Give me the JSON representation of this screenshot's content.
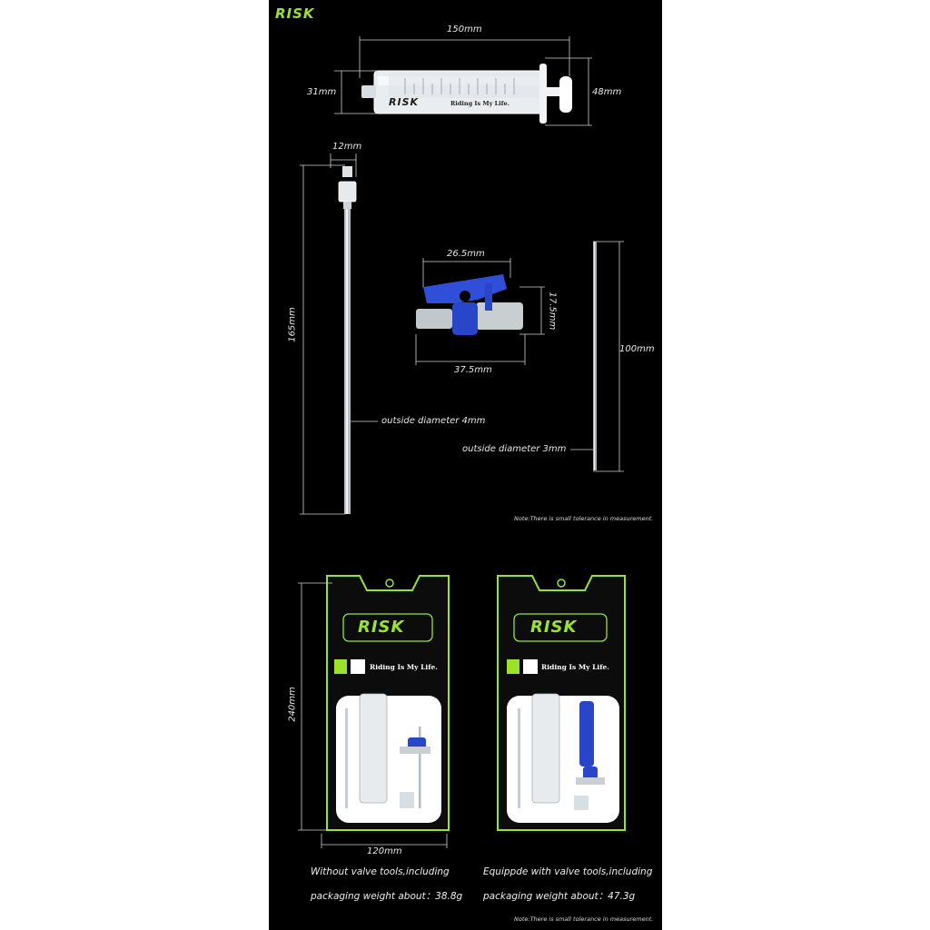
{
  "brand": {
    "logo_text": "RISK",
    "slogan": "Riding Is My Life.",
    "accent_color": "#9be22d"
  },
  "dimensions": {
    "syringe_length": "150mm",
    "syringe_diameter": "31mm",
    "syringe_flange": "48mm",
    "needle_top": "12mm",
    "needle_length": "165mm",
    "needle_outer": "outside diameter 4mm",
    "valve_width": "26.5mm",
    "valve_height": "17.5mm",
    "valve_length": "37.5mm",
    "tube_length": "100mm",
    "tube_outer": "outside diameter 3mm",
    "package_height": "240mm",
    "package_width": "120mm"
  },
  "notes": {
    "tolerance_top": "Note:There is small tolerance in measurement.",
    "tolerance_bottom": "Note:There is small tolerance in measurement."
  },
  "packages": {
    "left": {
      "line1": "Without valve tools,including",
      "line2": "packaging weight about：38.8g"
    },
    "right": {
      "line1": "Equippde with valve tools,including",
      "line2": "packaging weight about：47.3g"
    }
  },
  "colors": {
    "background": "#000000",
    "valve_blue": "#2a46c8",
    "pack_green": "#9be22d"
  },
  "icons": [
    "ruler-dimension-lines",
    "syringe",
    "needle",
    "three-way-valve",
    "tube",
    "bag-package"
  ]
}
